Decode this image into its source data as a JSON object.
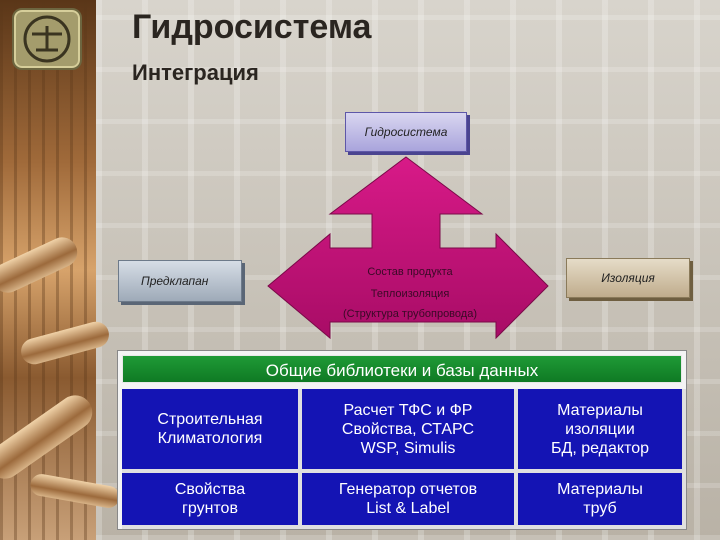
{
  "slide": {
    "title": "Гидросистема",
    "subtitle": "Интеграция"
  },
  "diagram": {
    "top_box": "Гидросистема",
    "left_box": "Предклапан",
    "right_box": "Изоляция",
    "center_lines": [
      "Состав продукта",
      "Теплоизоляция",
      "(Структура трубопровода)"
    ]
  },
  "library": {
    "header": "Общие библиотеки и базы данных",
    "rows": [
      [
        "Строительная\nКлиматология",
        "Расчет ТФС и ФР\nСвойства, СТАРС\nWSP, Simulis",
        "Материалы\nизоляции\nБД, редактор"
      ],
      [
        "Свойства\nгрунтов",
        "Генератор отчетов\nList & Label",
        "Материалы\nтруб"
      ]
    ]
  },
  "colors": {
    "arrow": "#c2137a",
    "header_green": "#1f9a36",
    "cell_blue": "#1414b4"
  },
  "icons": {
    "logo": "logo-emblem"
  }
}
